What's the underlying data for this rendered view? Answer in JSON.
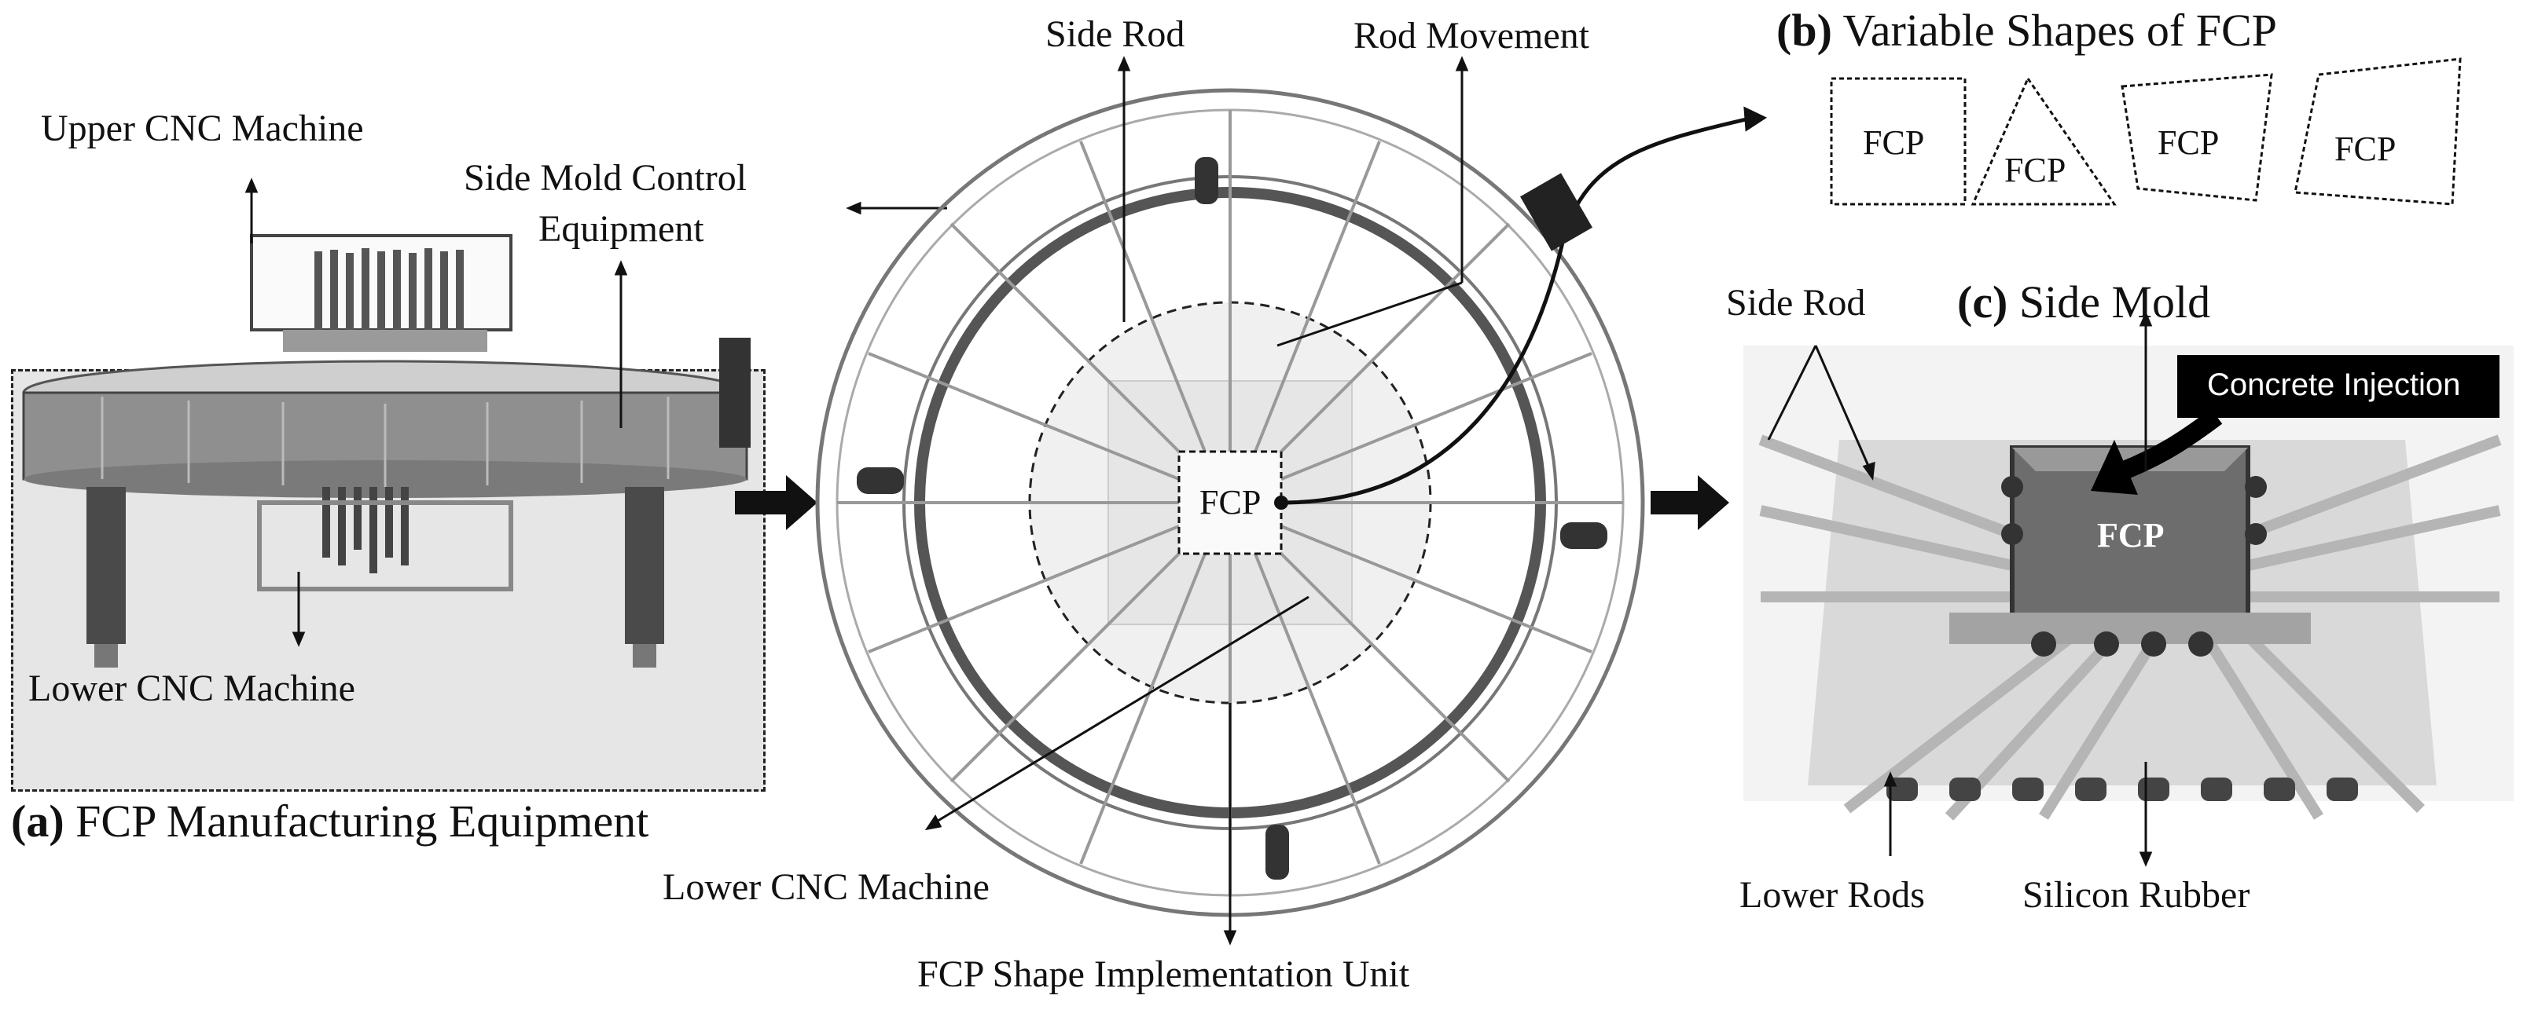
{
  "panel_a": {
    "caption_letter": "(a)",
    "caption_text": "FCP Manufacturing Equipment",
    "upper_cnc": "Upper CNC Machine",
    "side_mold_line1": "Side Mold Control",
    "side_mold_line2": "Equipment",
    "lower_cnc": "Lower CNC Machine"
  },
  "center": {
    "side_rod": "Side Rod",
    "rod_movement": "Rod Movement",
    "fcp": "FCP",
    "lower_cnc": "Lower CNC Machine",
    "unit": "FCP Shape Implementation Unit"
  },
  "panel_b": {
    "caption_letter": "(b)",
    "caption_text": "Variable Shapes of FCP",
    "shapes": [
      "FCP",
      "FCP",
      "FCP",
      "FCP"
    ]
  },
  "panel_c": {
    "caption_letter": "(c)",
    "caption_text": "Side Mold",
    "side_rod": "Side Rod",
    "concrete_injection": "Concrete Injection",
    "fcp": "FCP",
    "lower_rods": "Lower Rods",
    "silicon_rubber": "Silicon Rubber"
  }
}
